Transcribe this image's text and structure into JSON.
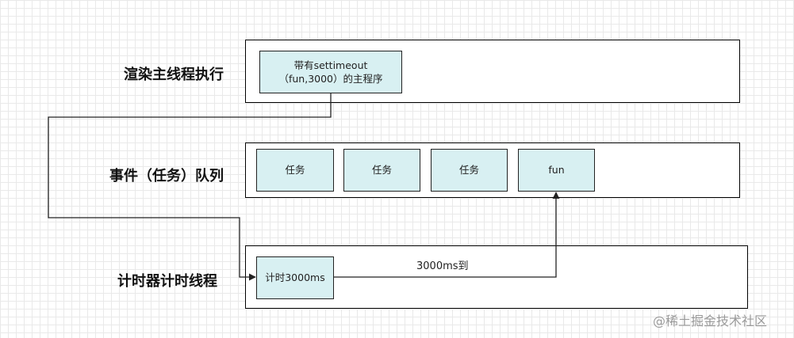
{
  "lanes": {
    "render": {
      "label": "渲染主线程执行"
    },
    "queue": {
      "label": "事件（任务）队列"
    },
    "timer": {
      "label": "计时器计时线程"
    }
  },
  "boxes": {
    "main_line1": "带有settimeout",
    "main_line2": "（fun,3000）的主程序",
    "task1": "任务",
    "task2": "任务",
    "task3": "任务",
    "fun": "fun",
    "timer": "计时3000ms"
  },
  "edges": {
    "timer_to_fun": "3000ms到"
  },
  "watermark": "@稀土掘金技术社区"
}
